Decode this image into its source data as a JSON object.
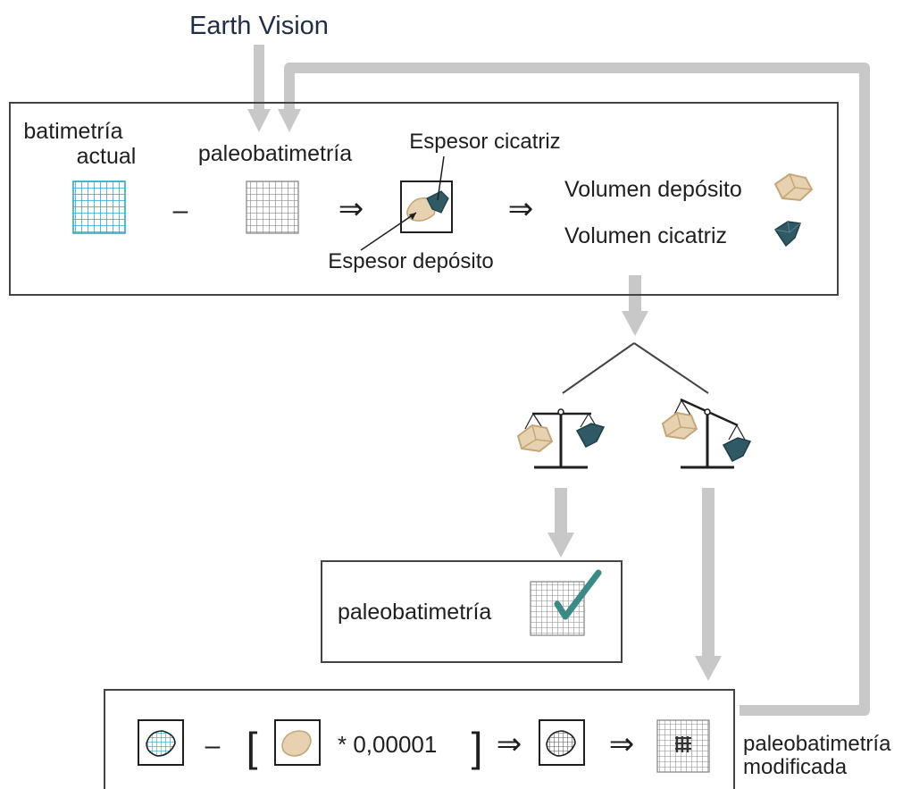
{
  "title": "Earth Vision",
  "top_panel": {
    "current_bathymetry": "batimetría actual",
    "paleobathymetry": "paleobatimetría",
    "minus": "–",
    "implies": "⇒",
    "scar_thickness": "Espesor cicatriz",
    "deposit_thickness": "Espesor depósito",
    "deposit_volume": "Volumen depósito",
    "scar_volume": "Volumen cicatriz"
  },
  "middle_panel": {
    "result": "paleobatimetría"
  },
  "bottom_panel": {
    "minus": "–",
    "open_bracket": "[",
    "factor": "* 0,00001",
    "close_bracket": "]",
    "implies": "⇒",
    "modified_line1": "paleobatimetría",
    "modified_line2": "modificada"
  },
  "colors": {
    "arrow_gray": "#c8c8c8",
    "grid_cyan": "#2aa8c8",
    "grid_gray": "#8a8a8a",
    "deposit_beige": "#e6d2b0",
    "deposit_stroke": "#c4a678",
    "scar_teal": "#2f5964",
    "check_teal": "#3c8a86"
  }
}
